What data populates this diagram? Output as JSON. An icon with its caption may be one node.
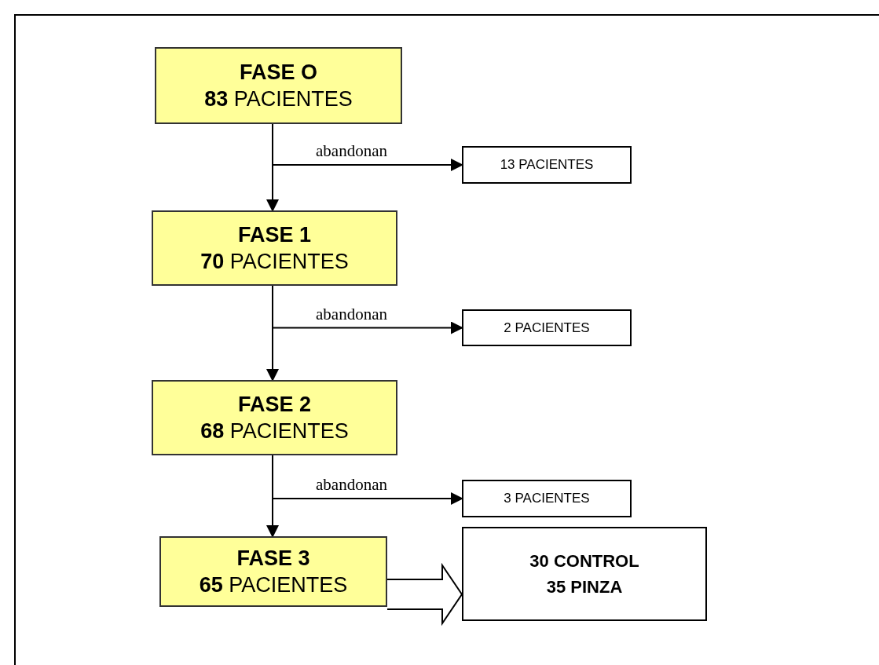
{
  "diagram": {
    "nodes": [
      {
        "text": [
          "FASE O",
          "**83** PACIENTES"
        ]
      },
      {
        "text": [
          "13 PACIENTES"
        ]
      },
      {
        "text": [
          "FASE 1",
          "**70** PACIENTES"
        ]
      },
      {
        "text": [
          "2 PACIENTES"
        ]
      },
      {
        "text": [
          "FASE 2",
          "**68** PACIENTES"
        ]
      },
      {
        "text": [
          "3 PACIENTES"
        ]
      },
      {
        "text": [
          "FASE 3",
          "**65** PACIENTES"
        ]
      },
      {
        "text": [
          "30 CONTROL",
          "35 PINZA"
        ]
      }
    ],
    "edges": [
      {
        "from": 0,
        "to": 2,
        "arrow": "to"
      },
      {
        "from": 0,
        "to": 1,
        "arrow": "to",
        "label": "abandonan"
      },
      {
        "from": 2,
        "to": 4,
        "arrow": "to"
      },
      {
        "from": 2,
        "to": 3,
        "arrow": "to",
        "label": "abandonan"
      },
      {
        "from": 4,
        "to": 6,
        "arrow": "to"
      },
      {
        "from": 4,
        "to": 5,
        "arrow": "to",
        "label": "abandonan"
      },
      {
        "from": 6,
        "to": 7,
        "arrow": "to",
        "style": "thick"
      }
    ]
  }
}
